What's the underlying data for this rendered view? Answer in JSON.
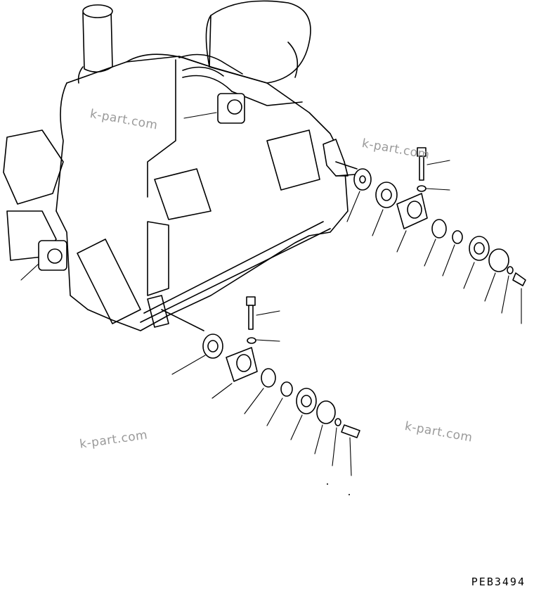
{
  "watermarks": [
    "k-part.com",
    "k-part.com",
    "k-part.com",
    "k-part.com"
  ],
  "drawing_code": "PEB3494"
}
